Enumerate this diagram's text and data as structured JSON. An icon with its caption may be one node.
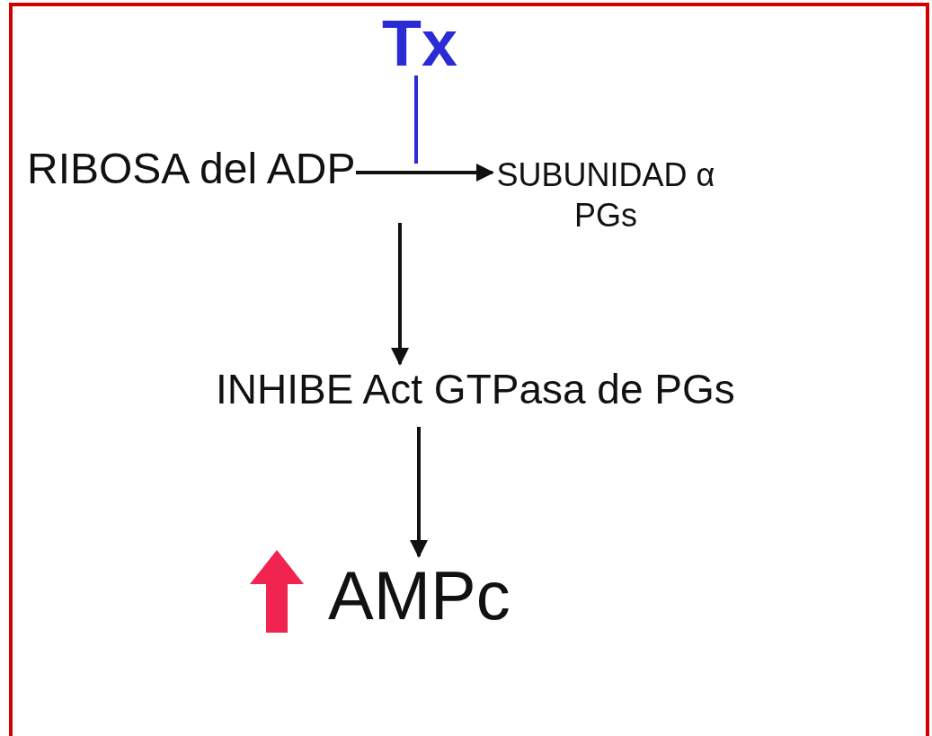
{
  "diagram": {
    "nodes": [
      {
        "text": [
          "Tx"
        ]
      },
      {
        "text": [
          "RIBOSA del ADP"
        ]
      },
      {
        "text": [
          "SUBUNIDAD α PGs"
        ]
      },
      {
        "text": [
          "INHIBE Act GTPasa de PGs"
        ]
      },
      {
        "text": [
          "AMPc"
        ]
      }
    ],
    "edges": [
      {
        "from": 0,
        "to": null,
        "arrow": "none",
        "color": "#2b2bd6"
      },
      {
        "from": 1,
        "to": 2,
        "arrow": "to"
      },
      {
        "from": null,
        "to": 3,
        "arrow": "to"
      },
      {
        "from": 3,
        "to": 4,
        "arrow": "to"
      }
    ]
  }
}
